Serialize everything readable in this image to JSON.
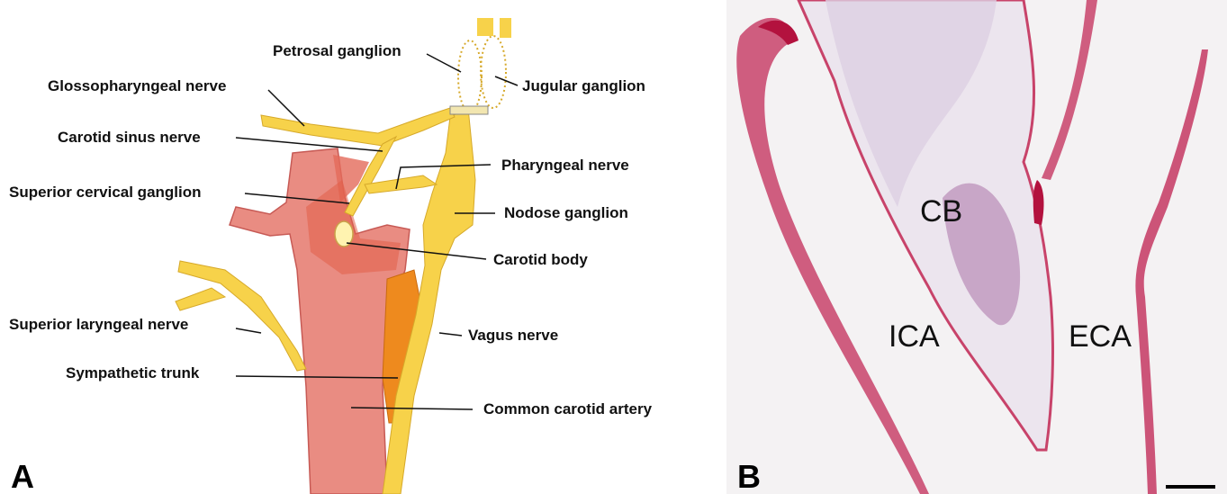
{
  "panel_a": {
    "letter": "A",
    "labels": {
      "petrosal": "Petrosal ganglion",
      "glosso": "Glossopharyngeal nerve",
      "jugular": "Jugular ganglion",
      "carotid_sinus": "Carotid sinus nerve",
      "pharyngeal": "Pharyngeal nerve",
      "sup_cervical": "Superior cervical ganglion",
      "nodose": "Nodose ganglion",
      "carotid_body": "Carotid body",
      "sup_laryngeal": "Superior laryngeal nerve",
      "vagus": "Vagus nerve",
      "sympathetic": "Sympathetic trunk",
      "cca": "Common carotid artery"
    }
  },
  "panel_b": {
    "letter": "B",
    "labels": {
      "cb": "CB",
      "ica": "ICA",
      "eca": "ECA"
    }
  },
  "colors": {
    "nerve": "#f7d24a",
    "artery": "#e98c82",
    "sympathetic": "#ee8a1e",
    "tissue": "#c8436a",
    "background_b": "#f4f2f3"
  }
}
